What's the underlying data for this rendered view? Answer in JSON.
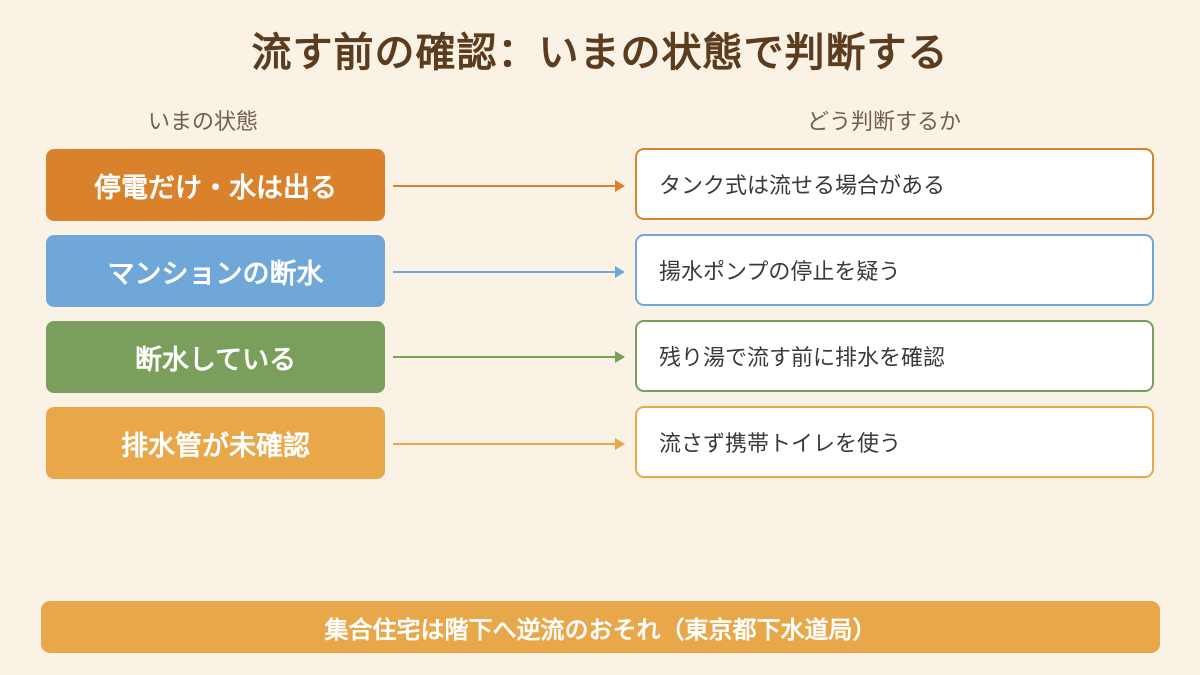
{
  "title": "流す前の確認：いまの状態で判断する",
  "headers": {
    "left": "いまの状態",
    "right": "どう判断するか"
  },
  "rows": [
    {
      "state": "停電だけ・水は出る",
      "judgment": "タンク式は流せる場合がある",
      "color": "#d9822b"
    },
    {
      "state": "マンションの断水",
      "judgment": "揚水ポンプの停止を疑う",
      "color": "#6fa8d8"
    },
    {
      "state": "断水している",
      "judgment": "残り湯で流す前に排水を確認",
      "color": "#7a9e5c"
    },
    {
      "state": "排水管が未確認",
      "judgment": "流さず携帯トイレを使う",
      "color": "#e8a84a"
    }
  ],
  "footer": {
    "text": "集合住宅は階下へ逆流のおそれ（東京都下水道局）",
    "color": "#e8a84a"
  }
}
